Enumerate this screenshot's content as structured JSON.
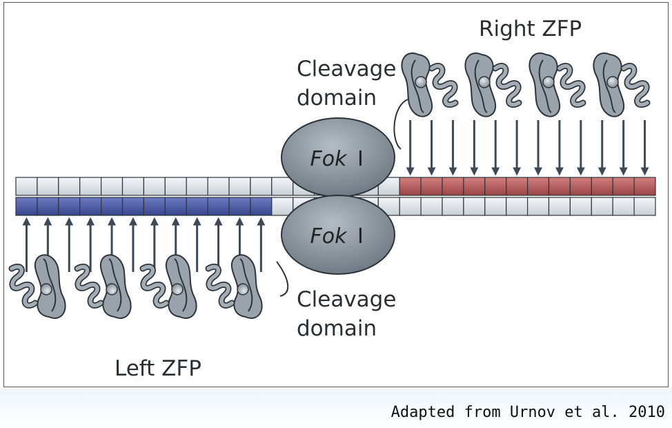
{
  "labels": {
    "right_zfp": "Right ZFP",
    "left_zfp": "Left ZFP",
    "cleavage_top_line1": "Cleavage",
    "cleavage_top_line2": "domain",
    "cleavage_bottom_line1": "Cleavage",
    "cleavage_bottom_line2": "domain",
    "fok_top": "Fok",
    "fok_top_suffix": "I",
    "fok_bottom": "Fok",
    "fok_bottom_suffix": "I"
  },
  "caption": "Adapted from Urnov et al. 2010",
  "colors": {
    "left_binding": "#4a5aa6",
    "right_binding": "#b85a5a",
    "protein": "#8a949c",
    "enzyme": "#8c96a0",
    "arrow": "#3d4a55"
  }
}
